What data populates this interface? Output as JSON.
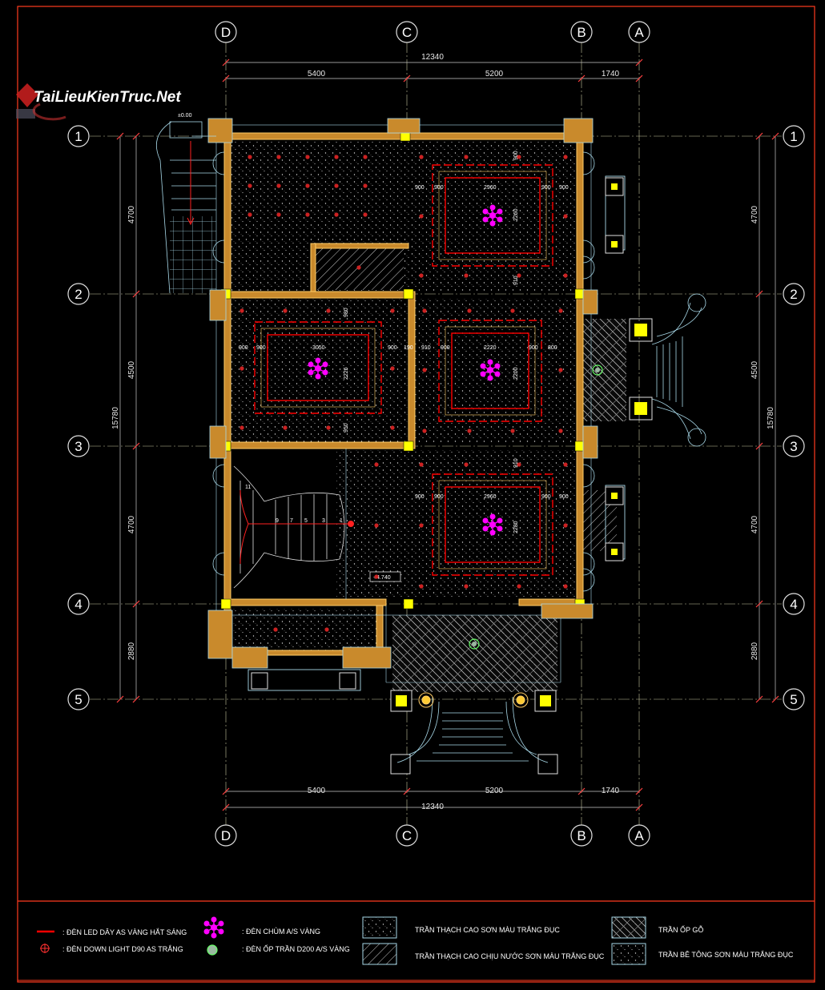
{
  "watermark": {
    "brand": "TaiLieuKienTruc.Net"
  },
  "axes_letters": [
    "D",
    "C",
    "B",
    "A"
  ],
  "axes_numbers": [
    "1",
    "2",
    "3",
    "4",
    "5"
  ],
  "dimensions": {
    "top_total": "12340",
    "top_parts": [
      "5400",
      "5200",
      "1740"
    ],
    "bottom_total": "12340",
    "bottom_parts": [
      "5400",
      "5200",
      "1740"
    ],
    "left_total": "15780",
    "left_parts": [
      "4700",
      "4500",
      "4700",
      "2880"
    ],
    "right_total": "15780",
    "right_parts": [
      "4700",
      "4500",
      "4700",
      "2880"
    ]
  },
  "room_dims": {
    "tr_top": "2960",
    "tr_side": "2260",
    "ml_top": "3050",
    "ml_side": "2226",
    "mr_top": "2220",
    "mr_side": "2200",
    "br_top": "2960",
    "br_side": "2280",
    "margin_900": "900",
    "margin_910": "910",
    "margin_190": "190",
    "margin_980": "980",
    "margin_950": "950",
    "margin_800": "800"
  },
  "level_marks": {
    "upper": "+4.740",
    "stair_top": "±0.00"
  },
  "stair_numbers": [
    "1",
    "3",
    "5",
    "7",
    "9",
    "11"
  ],
  "legend": {
    "led_strip": ": ĐÈN LED DÂY AS VÀNG HẮT SÁNG",
    "downlight": ": ĐÈN DOWN LIGHT D90 AS TRẮNG",
    "chandelier": ": ĐÈN CHÙM A/S VÀNG",
    "ceiling_light": ": ĐÈN ỐP TRẦN D200 A/S VÀNG",
    "gypsum_white": "TRẦN THẠCH CAO SƠN MÀU TRẮNG ĐỤC",
    "gypsum_water": "TRẦN THẠCH CAO CHỊU NƯỚC SƠN MÀU TRẮNG ĐỤC",
    "wood": "TRẦN ỐP GỖ",
    "concrete": "TRẦN BÊ TÔNG SƠN MÀU TRẮNG ĐỤC"
  },
  "colors": {
    "frame": "#ff3b1f",
    "wall": "#ffcc66",
    "wall_fill": "#c98a2c",
    "column": "#ffff00",
    "axis": "#c8c8a0",
    "led": "#ff0000",
    "chandelier": "#ff00ff",
    "outline": "#a8d8e8",
    "green_light": "#66ff66"
  }
}
